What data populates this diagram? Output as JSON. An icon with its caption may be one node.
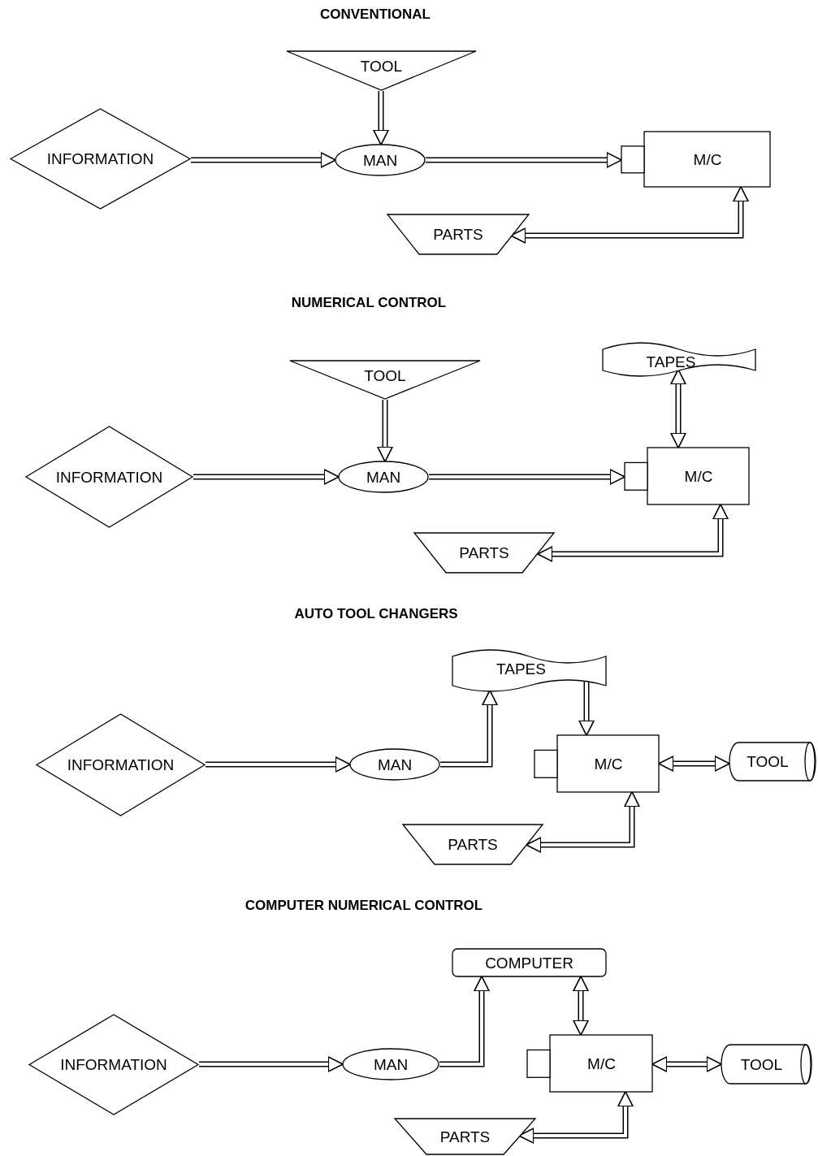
{
  "diagram": {
    "nodes": [
      {
        "text": [
          "TOOL"
        ]
      },
      {
        "text": [
          "INFORMATION"
        ]
      },
      {
        "text": [
          "MAN"
        ]
      },
      {
        "text": [
          "M/C"
        ]
      },
      {
        "text": [
          "PARTS"
        ]
      },
      {
        "text": [
          "TOOL"
        ]
      },
      {
        "text": [
          "TAPES"
        ]
      },
      {
        "text": [
          "INFORMATION"
        ]
      },
      {
        "text": [
          "MAN"
        ]
      },
      {
        "text": [
          "M/C"
        ]
      },
      {
        "text": [
          "PARTS"
        ]
      },
      {
        "text": [
          "TAPES"
        ]
      },
      {
        "text": [
          "INFORMATION"
        ]
      },
      {
        "text": [
          "MAN"
        ]
      },
      {
        "text": [
          "M/C"
        ]
      },
      {
        "text": [
          "TOOL"
        ]
      },
      {
        "text": [
          "PARTS"
        ]
      },
      {
        "text": [
          "COMPUTER"
        ]
      },
      {
        "text": [
          "INFORMATION"
        ]
      },
      {
        "text": [
          "MAN"
        ]
      },
      {
        "text": [
          "M/C"
        ]
      },
      {
        "text": [
          "TOOL"
        ]
      },
      {
        "text": [
          "PARTS"
        ]
      }
    ],
    "edges": [
      {
        "from": 0,
        "to": 2,
        "arrow": "to"
      },
      {
        "from": 1,
        "to": 2,
        "arrow": "to"
      },
      {
        "from": 2,
        "to": 3,
        "arrow": "to"
      },
      {
        "from": 3,
        "to": 4,
        "arrow": "both"
      },
      {
        "from": 5,
        "to": 8,
        "arrow": "to"
      },
      {
        "from": 7,
        "to": 8,
        "arrow": "to"
      },
      {
        "from": 8,
        "to": 9,
        "arrow": "to"
      },
      {
        "from": 6,
        "to": 9,
        "arrow": "both"
      },
      {
        "from": 9,
        "to": 10,
        "arrow": "both"
      },
      {
        "from": 12,
        "to": 13,
        "arrow": "to"
      },
      {
        "from": 13,
        "to": 11,
        "arrow": "to"
      },
      {
        "from": 11,
        "to": 14,
        "arrow": "to"
      },
      {
        "from": 14,
        "to": 15,
        "arrow": "both"
      },
      {
        "from": 14,
        "to": 16,
        "arrow": "both"
      },
      {
        "from": 18,
        "to": 19,
        "arrow": "to"
      },
      {
        "from": 19,
        "to": 17,
        "arrow": "to"
      },
      {
        "from": 17,
        "to": 20,
        "arrow": "both"
      },
      {
        "from": 20,
        "to": 21,
        "arrow": "both"
      },
      {
        "from": 20,
        "to": 22,
        "arrow": "both"
      }
    ],
    "labels": [
      "CONVENTIONAL",
      "NUMERICAL CONTROL",
      "AUTO TOOL CHANGERS",
      "COMPUTER NUMERICAL CONTROL"
    ]
  }
}
